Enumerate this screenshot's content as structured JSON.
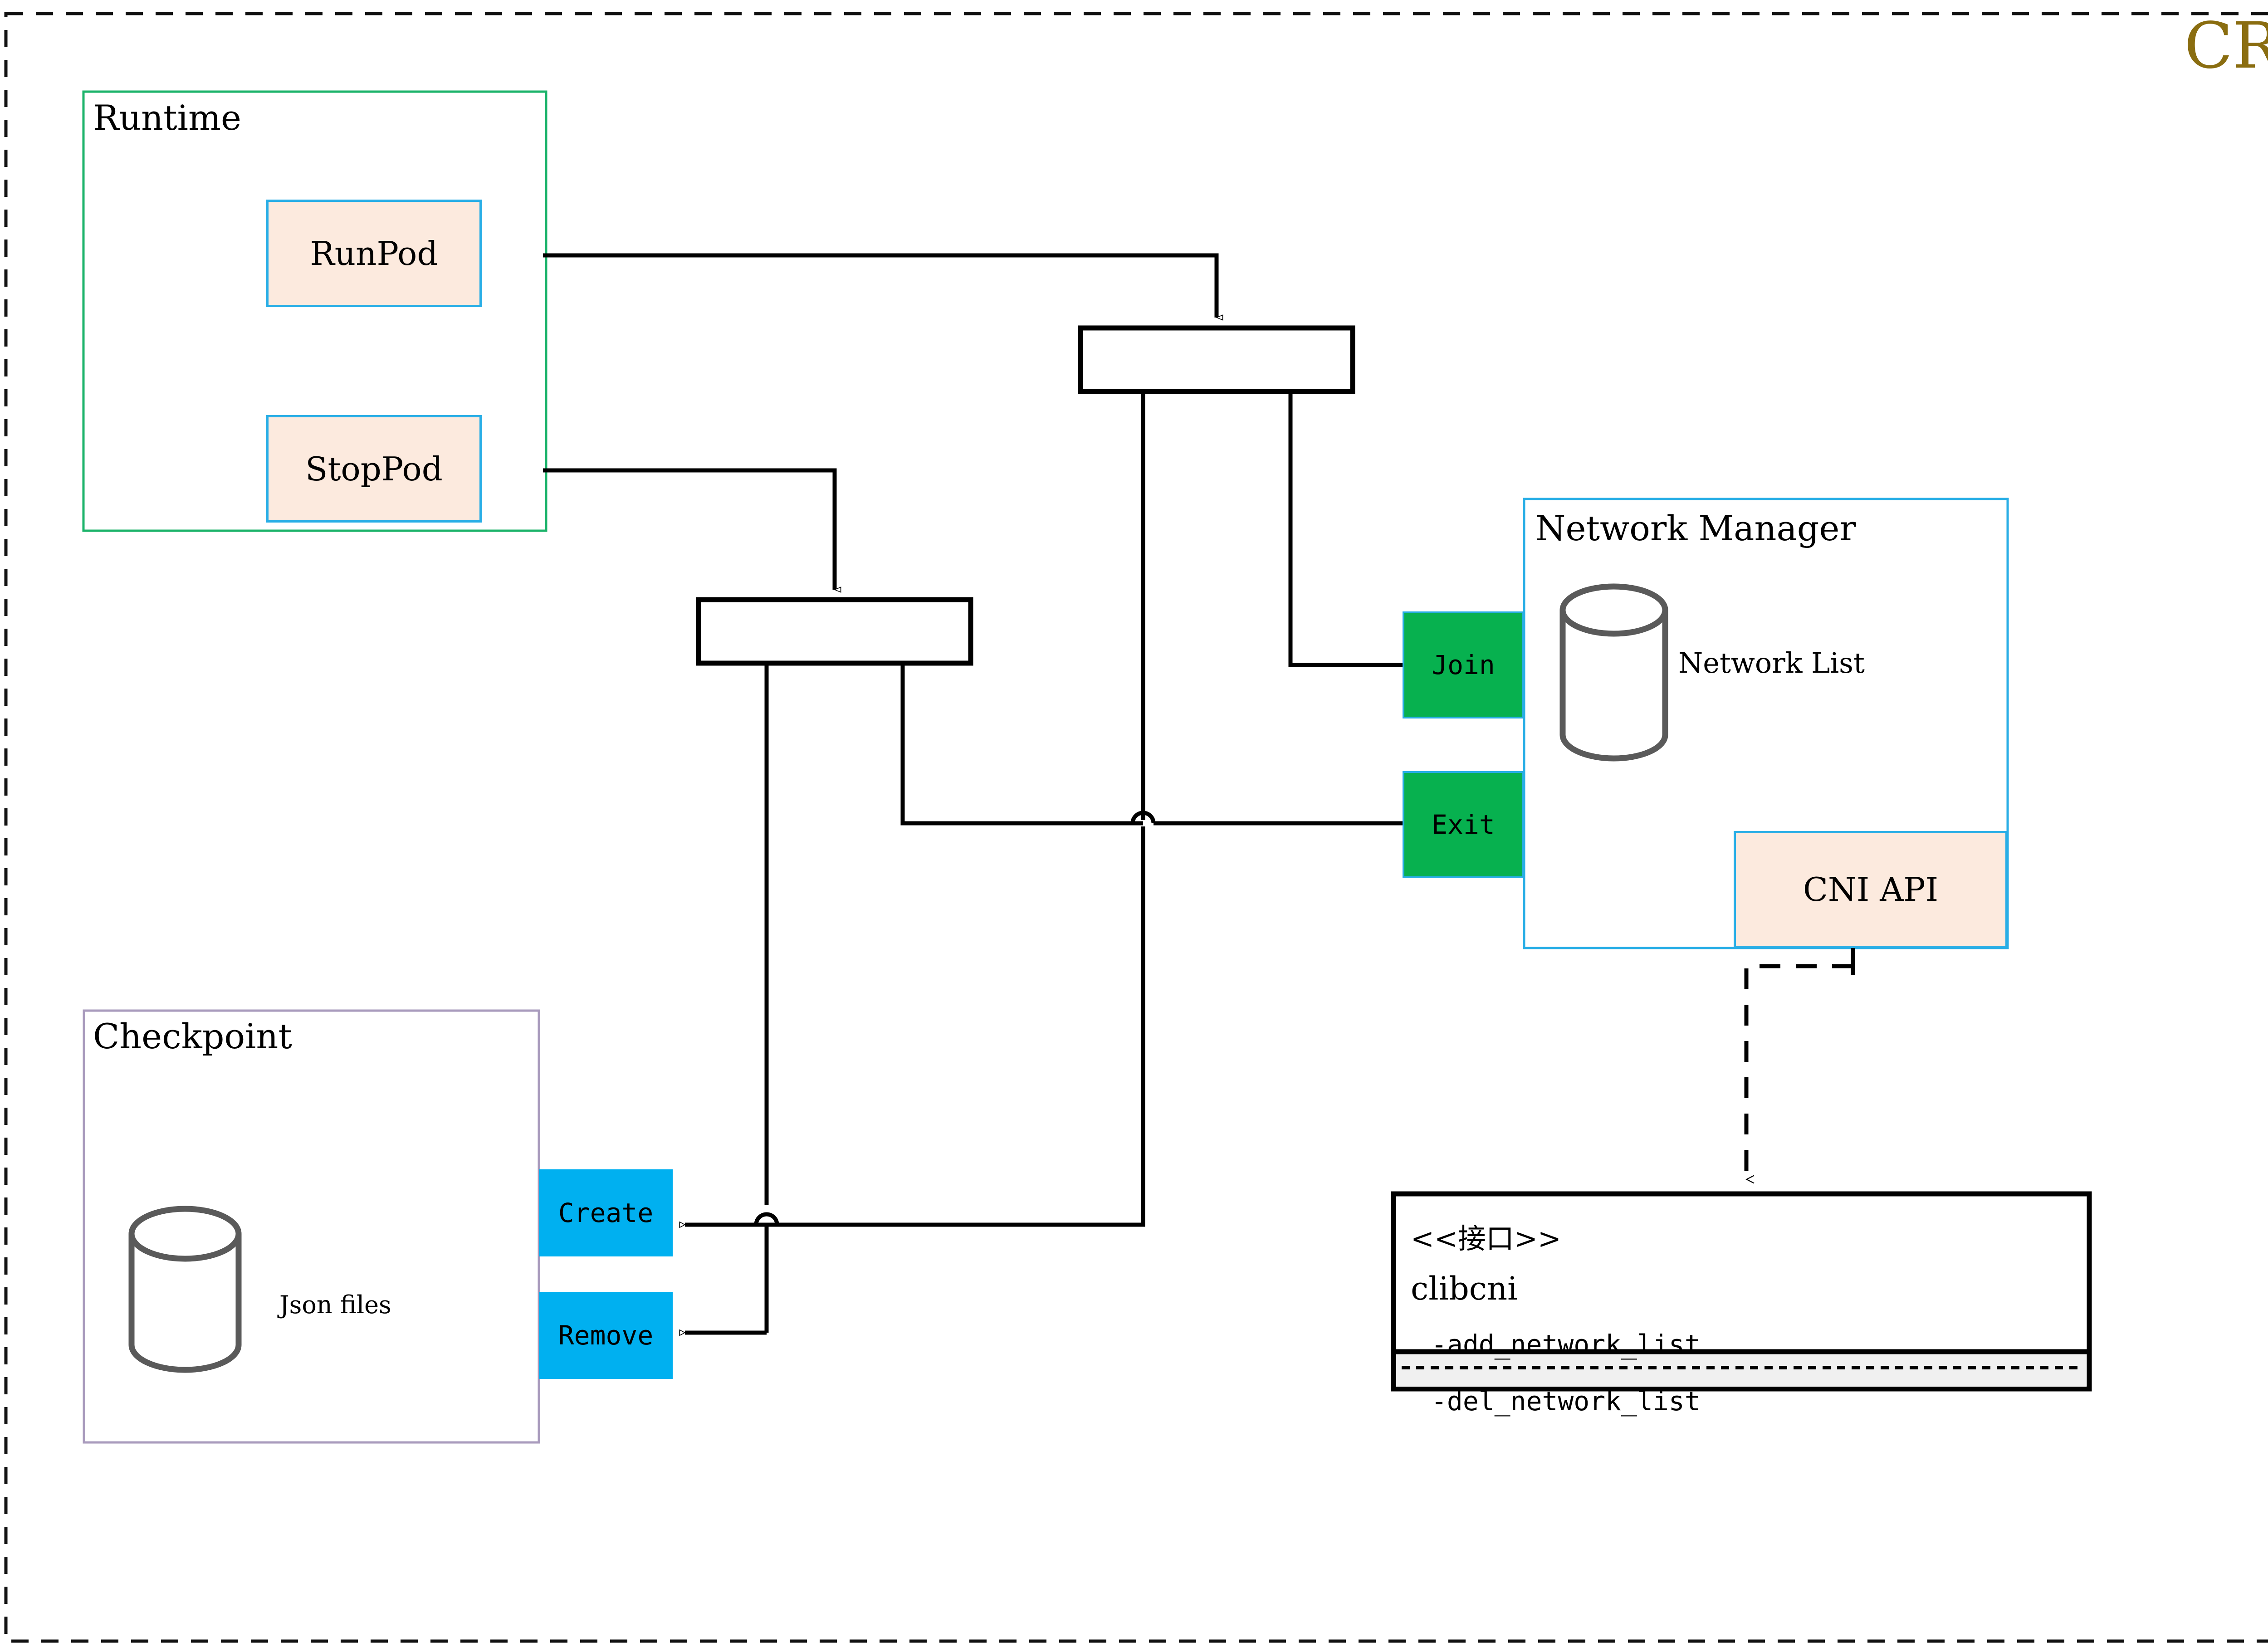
{
  "diagram": {
    "title": "CRI",
    "title_color": "#8a6d10",
    "outer_border_style": "dashed",
    "colors": {
      "peach_fill": "#fceade",
      "blue_border": "#29aee6",
      "green_border": "#1bb36a",
      "purple_border": "#a99bbd",
      "green_fill": "#07b14f",
      "cyan_fill": "#00b0f0",
      "gray_fill": "#f0f0f0",
      "cylinder_stroke": "#5a5a5a",
      "line": "#000000"
    },
    "packages": [
      {
        "id": "runtime",
        "label": "Runtime",
        "border": "green"
      },
      {
        "id": "checkpoint",
        "label": "Checkpoint",
        "border": "purple"
      },
      {
        "id": "network_manager",
        "label": "Network Manager",
        "border": "blue"
      }
    ],
    "operations": [
      {
        "id": "runpod",
        "label": "RunPod",
        "style": "peach"
      },
      {
        "id": "stoppod",
        "label": "StopPod",
        "style": "peach"
      },
      {
        "id": "join",
        "label": "Join",
        "style": "green"
      },
      {
        "id": "exit",
        "label": "Exit",
        "style": "green"
      },
      {
        "id": "create",
        "label": "Create",
        "style": "cyan"
      },
      {
        "id": "remove",
        "label": "Remove",
        "style": "cyan"
      },
      {
        "id": "cni_api",
        "label": "CNI API",
        "style": "peach"
      }
    ],
    "datastores": [
      {
        "id": "network_list",
        "label": "Network List"
      },
      {
        "id": "json_files",
        "label": "Json files"
      }
    ],
    "interface": {
      "stereotype": "<<接口>>",
      "name": "clibcni",
      "methods": [
        "-add_network_list",
        "-del_network_list"
      ]
    },
    "fork_bars": [
      {
        "id": "fork-upper"
      },
      {
        "id": "fork-lower"
      }
    ]
  }
}
